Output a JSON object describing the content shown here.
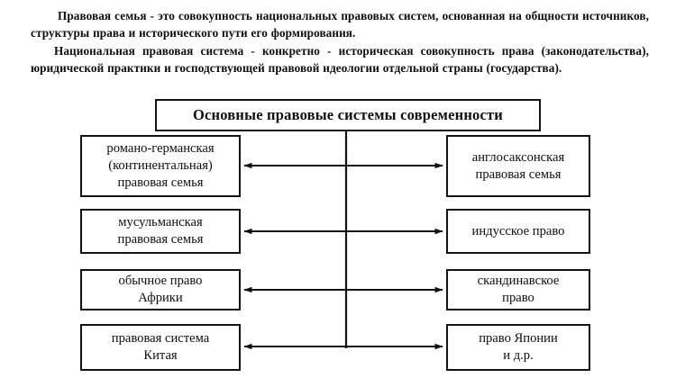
{
  "intro": {
    "paragraph1": "Правовая семья - это совокупность национальных правовых систем, основанная на общности источников, структуры права и исторического пути его формирования.",
    "paragraph2": "Национальная правовая система -  конкретно - историческая совокупность  права (законодательства), юридической практики и господствующей правовой идеологии отдельной страны (государства)."
  },
  "diagram": {
    "title": "Основные правовые системы современности",
    "left_boxes": [
      {
        "label": "романо-германская\n(континентальная)\nправовая семья"
      },
      {
        "label": "мусульманская\nправовая семья"
      },
      {
        "label": "обычное право\nАфрики"
      },
      {
        "label": "правовая система\nКитая"
      }
    ],
    "right_boxes": [
      {
        "label": "англосаксонская\nправовая семья"
      },
      {
        "label": "индусское право"
      },
      {
        "label": "скандинавское\nправо"
      },
      {
        "label": "право Японии\nи д.р."
      }
    ],
    "colors": {
      "stroke": "#131313",
      "background": "#ffffff",
      "text": "#0f0f0f"
    }
  }
}
